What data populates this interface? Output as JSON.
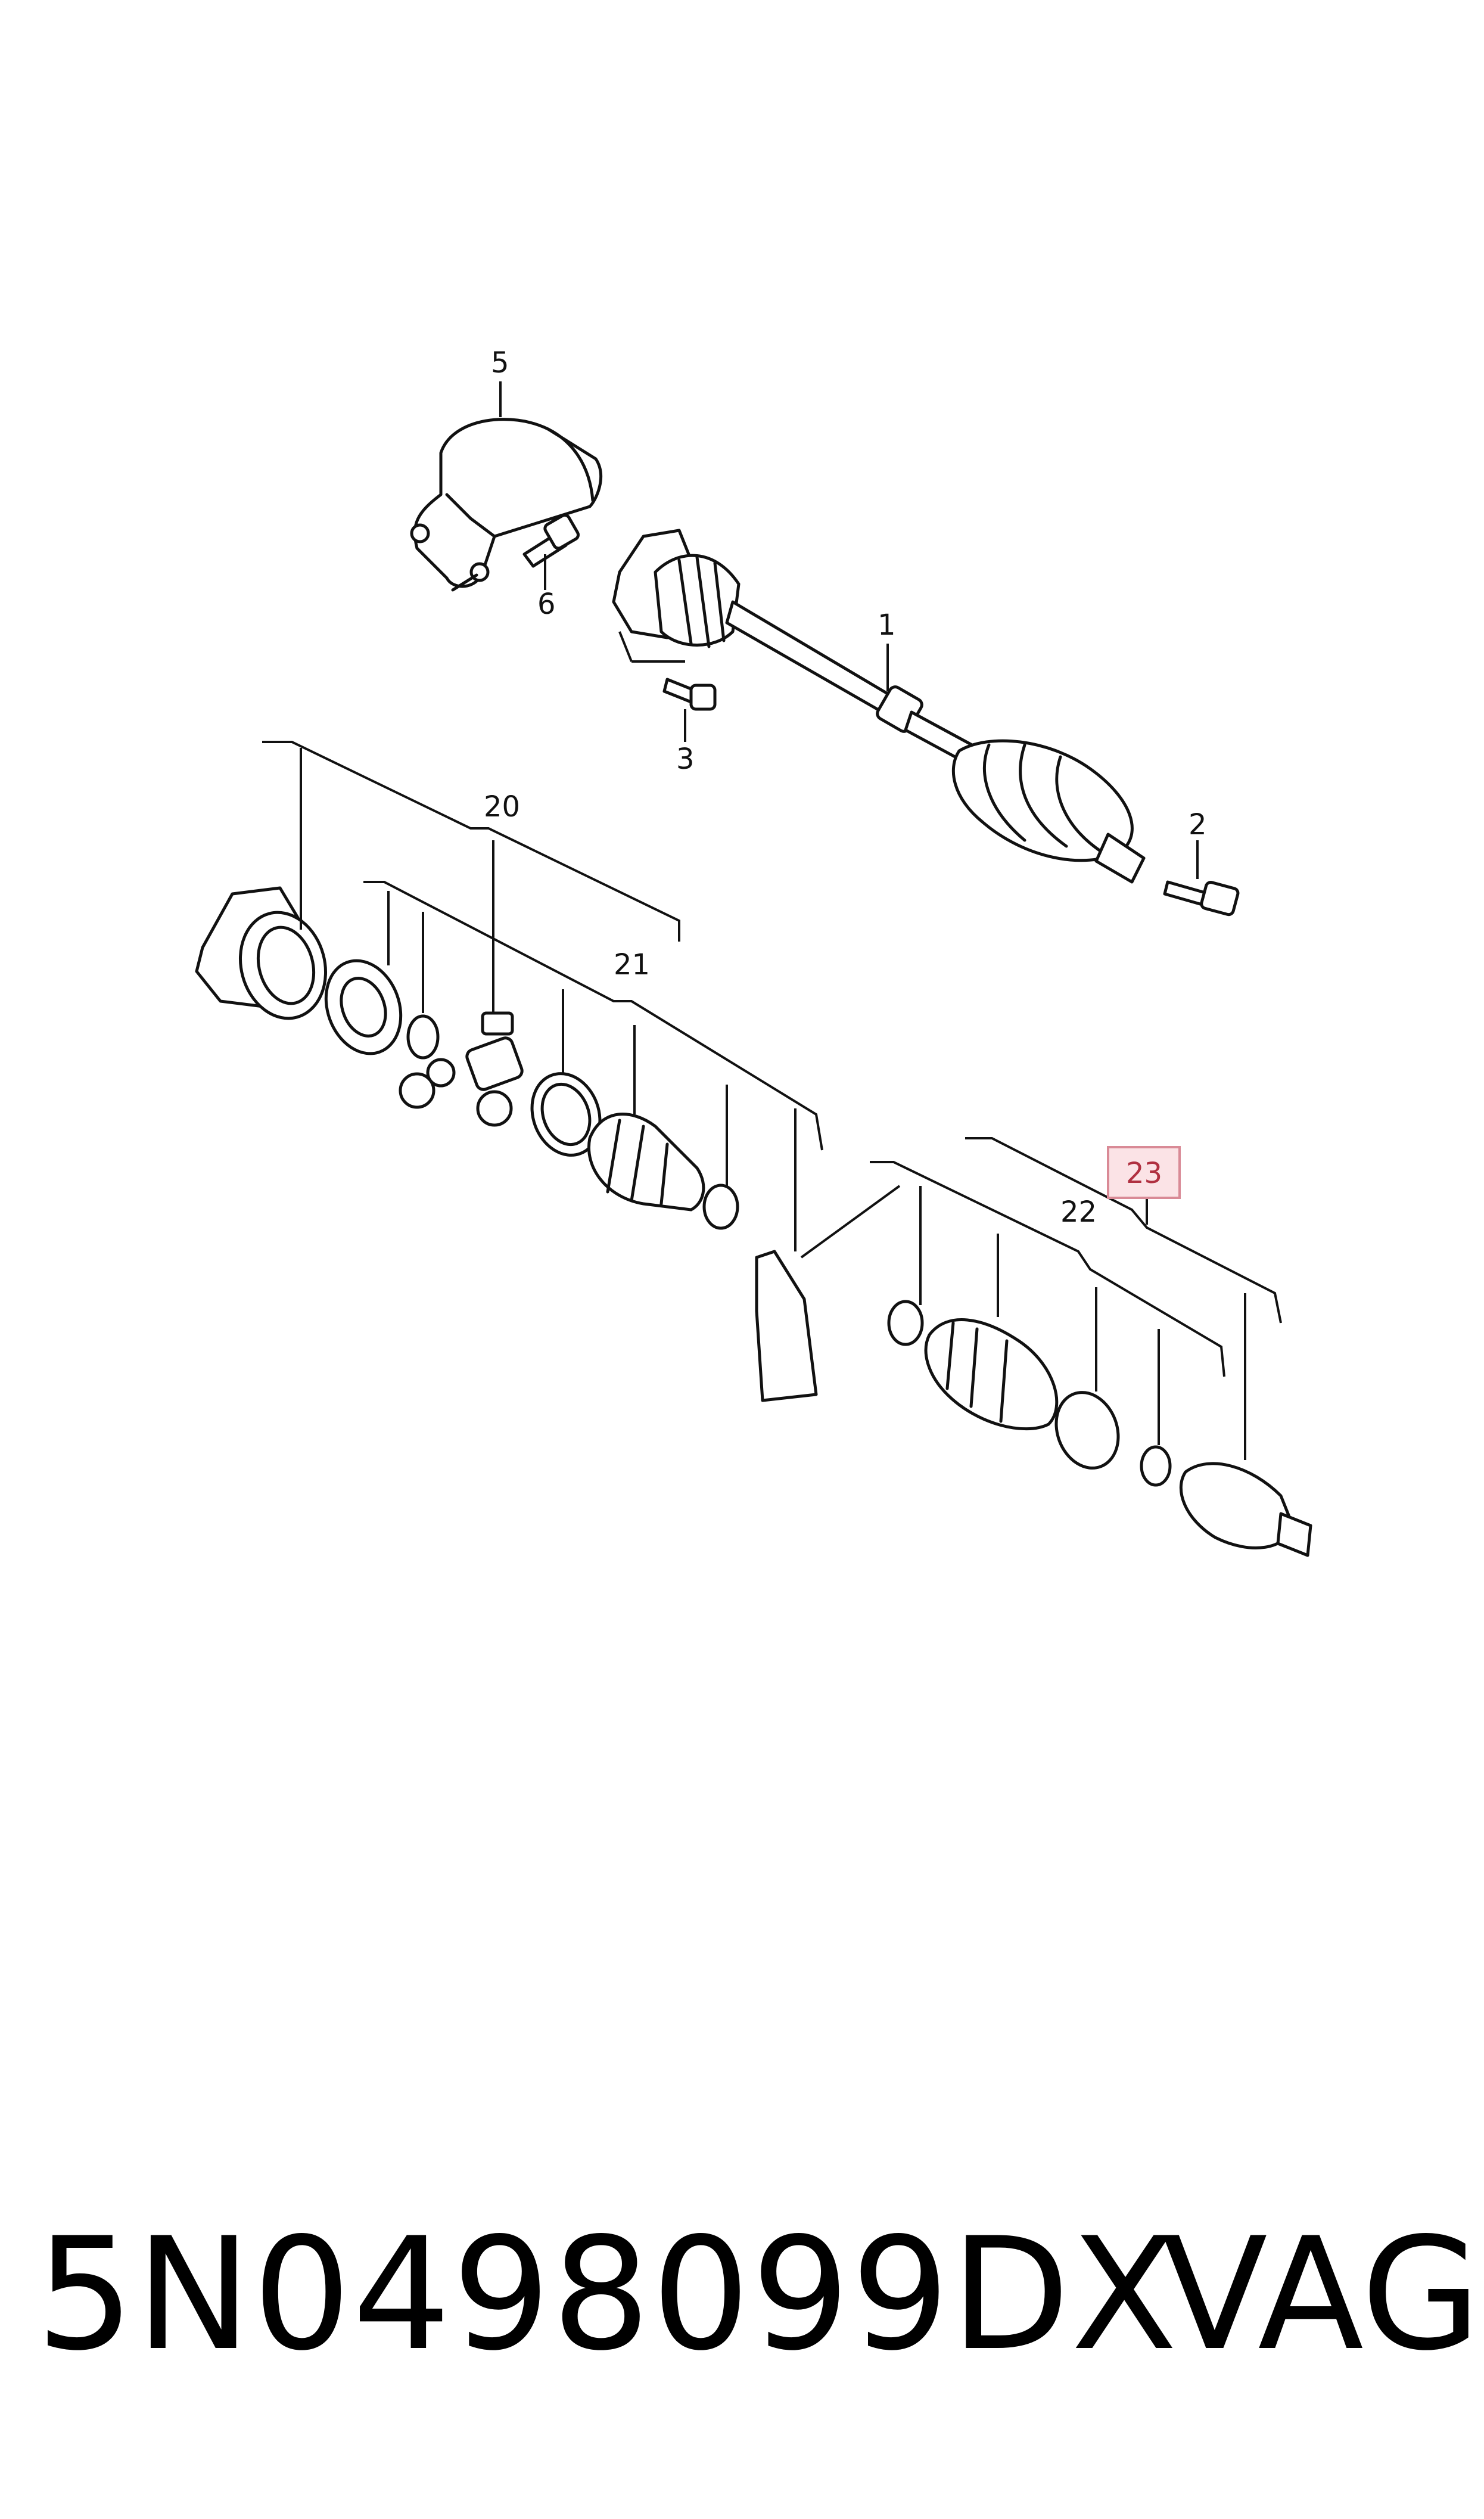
{
  "diagram": {
    "callouts": [
      {
        "id": "c1",
        "label": "1"
      },
      {
        "id": "c2",
        "label": "2"
      },
      {
        "id": "c3",
        "label": "3"
      },
      {
        "id": "c5",
        "label": "5"
      },
      {
        "id": "c6",
        "label": "6"
      },
      {
        "id": "c20",
        "label": "20"
      },
      {
        "id": "c21",
        "label": "21"
      },
      {
        "id": "c22",
        "label": "22"
      },
      {
        "id": "c23",
        "label": "23"
      }
    ],
    "highlight_color": "#b03040"
  },
  "footer": {
    "part_number": "5N0498099DX",
    "brand": "VAG"
  }
}
